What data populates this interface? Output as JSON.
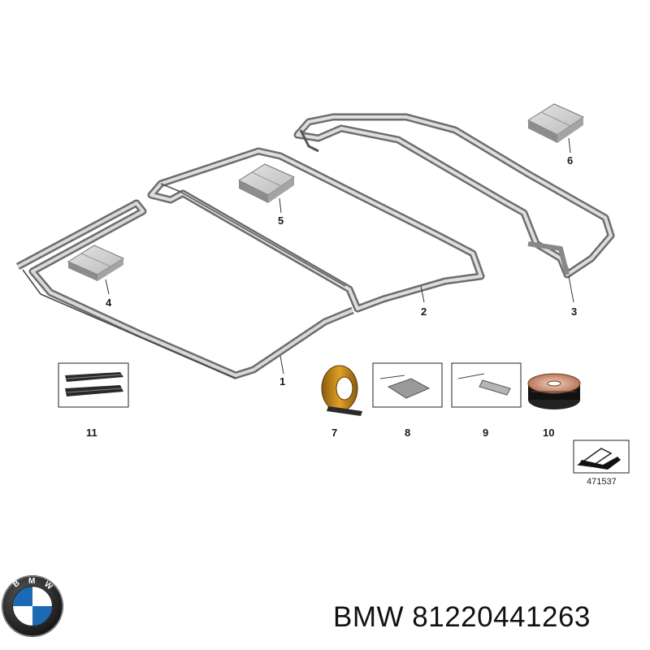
{
  "diagram": {
    "callouts": [
      {
        "id": "1",
        "label": "1"
      },
      {
        "id": "2",
        "label": "2"
      },
      {
        "id": "3",
        "label": "3"
      },
      {
        "id": "4",
        "label": "4"
      },
      {
        "id": "5",
        "label": "5"
      },
      {
        "id": "6",
        "label": "6"
      },
      {
        "id": "7",
        "label": "7"
      },
      {
        "id": "8",
        "label": "8"
      },
      {
        "id": "9",
        "label": "9"
      },
      {
        "id": "10",
        "label": "10"
      },
      {
        "id": "11",
        "label": "11"
      }
    ],
    "diagram_number": "471537"
  },
  "brand": {
    "name": "BMW",
    "part_number": "81220441263",
    "caption": "BMW 81220441263",
    "logo_letters": "BMW",
    "logo_colors": {
      "ring": "#1b1b1b",
      "blue": "#1c69b4",
      "white": "#ffffff"
    }
  }
}
